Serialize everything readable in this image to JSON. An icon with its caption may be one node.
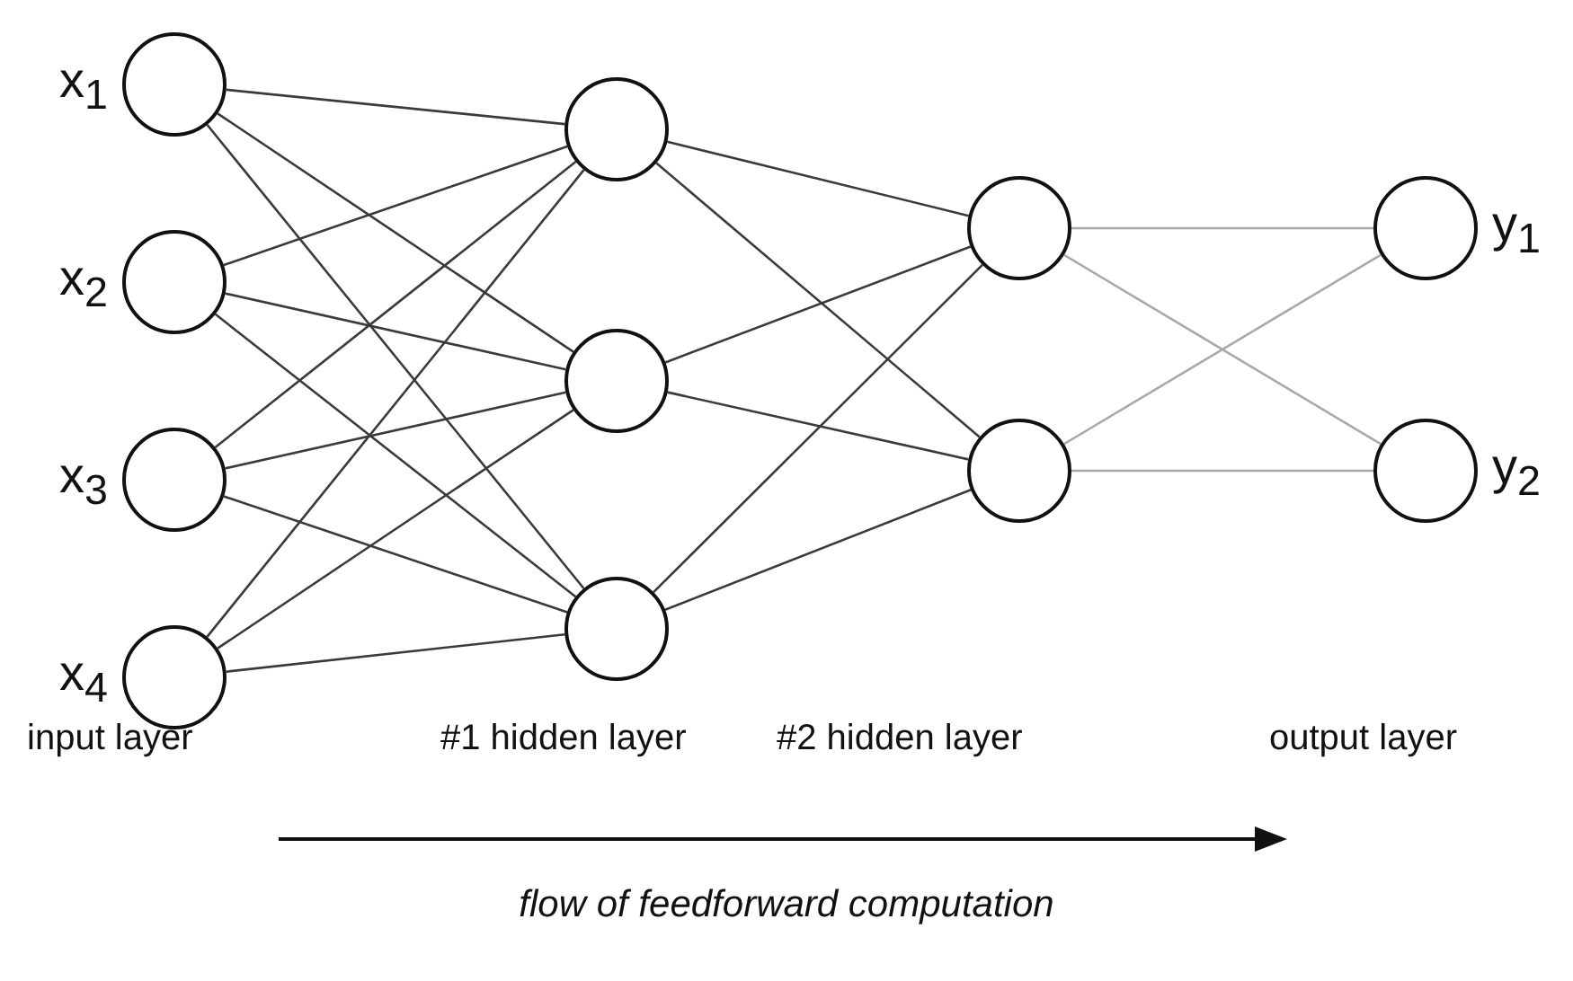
{
  "diagram": {
    "caption": "flow of feedforward computation",
    "nodes": [
      {
        "text": [],
        "shape": "circle",
        "beside": [
          "x$_{1}$"
        ]
      },
      {
        "text": [],
        "shape": "circle",
        "beside": [
          "x$_{2}$"
        ]
      },
      {
        "text": [],
        "shape": "circle",
        "beside": [
          "x$_{3}$"
        ]
      },
      {
        "text": [],
        "shape": "circle",
        "beside": [
          "x$_{4}$"
        ]
      },
      {
        "text": [],
        "shape": "circle"
      },
      {
        "text": [],
        "shape": "circle"
      },
      {
        "text": [],
        "shape": "circle"
      },
      {
        "text": [],
        "shape": "circle"
      },
      {
        "text": [],
        "shape": "circle"
      },
      {
        "text": [],
        "shape": "circle",
        "beside": [
          "y$_{1}$"
        ]
      },
      {
        "text": [],
        "shape": "circle",
        "beside": [
          "y$_{2}$"
        ]
      }
    ],
    "edges": [
      {
        "from": 0,
        "to": 4,
        "arrow": "none"
      },
      {
        "from": 0,
        "to": 5,
        "arrow": "none"
      },
      {
        "from": 0,
        "to": 6,
        "arrow": "none"
      },
      {
        "from": 1,
        "to": 4,
        "arrow": "none"
      },
      {
        "from": 1,
        "to": 5,
        "arrow": "none"
      },
      {
        "from": 1,
        "to": 6,
        "arrow": "none"
      },
      {
        "from": 2,
        "to": 4,
        "arrow": "none"
      },
      {
        "from": 2,
        "to": 5,
        "arrow": "none"
      },
      {
        "from": 2,
        "to": 6,
        "arrow": "none"
      },
      {
        "from": 3,
        "to": 4,
        "arrow": "none"
      },
      {
        "from": 3,
        "to": 5,
        "arrow": "none"
      },
      {
        "from": 3,
        "to": 6,
        "arrow": "none"
      },
      {
        "from": 4,
        "to": 7,
        "arrow": "none"
      },
      {
        "from": 4,
        "to": 8,
        "arrow": "none"
      },
      {
        "from": 5,
        "to": 7,
        "arrow": "none"
      },
      {
        "from": 5,
        "to": 8,
        "arrow": "none"
      },
      {
        "from": 6,
        "to": 7,
        "arrow": "none"
      },
      {
        "from": 6,
        "to": 8,
        "arrow": "none"
      },
      {
        "from": 7,
        "to": 9,
        "arrow": "none",
        "color": "#a8a8a8"
      },
      {
        "from": 7,
        "to": 10,
        "arrow": "none",
        "color": "#a8a8a8"
      },
      {
        "from": 8,
        "to": 9,
        "arrow": "none",
        "color": "#a8a8a8"
      },
      {
        "from": 8,
        "to": 10,
        "arrow": "none",
        "color": "#a8a8a8"
      }
    ],
    "labels": [
      "input layer",
      "#1 hidden layer",
      "#2 hidden layer",
      "output layer"
    ]
  }
}
